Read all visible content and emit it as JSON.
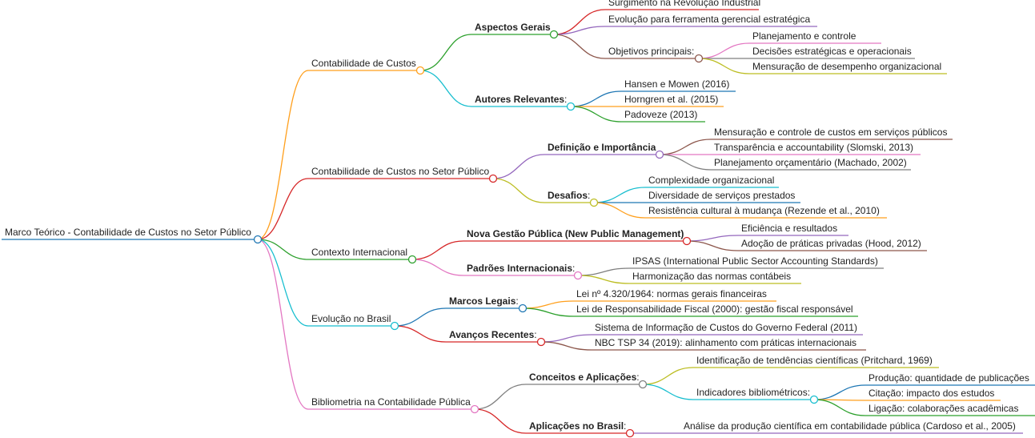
{
  "mindmap": {
    "root": {
      "label": "Marco Teórico - Contabilidade de Custos no Setor Público",
      "color": "#1f77b4",
      "children": [
        {
          "label": "Contabilidade de Custos",
          "color": "#ff9f1c",
          "children": [
            {
              "label": "Aspectos Gerais",
              "bold": true,
              "color": "#2ca02c",
              "children": [
                {
                  "label": "Surgimento na Revolução Industrial",
                  "color": "#d62728"
                },
                {
                  "label": "Evolução para ferramenta gerencial estratégica",
                  "color": "#9467bd"
                },
                {
                  "label": "Objetivos principais:",
                  "color": "#8c564b",
                  "children": [
                    {
                      "label": "Planejamento e controle",
                      "color": "#e377c2"
                    },
                    {
                      "label": "Decisões estratégicas e operacionais",
                      "color": "#7f7f7f"
                    },
                    {
                      "label": "Mensuração de desempenho organizacional",
                      "color": "#bcbd22"
                    }
                  ]
                }
              ]
            },
            {
              "label": "Autores Relevantes",
              "bold": true,
              "suffix": ":",
              "color": "#17becf",
              "children": [
                {
                  "label": "Hansen e Mowen (2016)",
                  "color": "#1f77b4"
                },
                {
                  "label": "Horngren et al. (2015)",
                  "color": "#ff9f1c"
                },
                {
                  "label": "Padoveze (2013)",
                  "color": "#2ca02c"
                }
              ]
            }
          ]
        },
        {
          "label": "Contabilidade de Custos no Setor Público",
          "color": "#d62728",
          "children": [
            {
              "label": "Definição e Importância",
              "bold": true,
              "color": "#9467bd",
              "children": [
                {
                  "label": "Mensuração e controle de custos em serviços públicos",
                  "color": "#8c564b"
                },
                {
                  "label": "Transparência e accountability (Slomski, 2013)",
                  "color": "#e377c2"
                },
                {
                  "label": "Planejamento orçamentário (Machado, 2002)",
                  "color": "#7f7f7f"
                }
              ]
            },
            {
              "label": "Desafios",
              "bold": true,
              "suffix": ":",
              "color": "#bcbd22",
              "children": [
                {
                  "label": "Complexidade organizacional",
                  "color": "#17becf"
                },
                {
                  "label": "Diversidade de serviços prestados",
                  "color": "#1f77b4"
                },
                {
                  "label": "Resistência cultural à mudança (Rezende et al., 2010)",
                  "color": "#ff9f1c"
                }
              ]
            }
          ]
        },
        {
          "label": "Contexto Internacional",
          "color": "#2ca02c",
          "children": [
            {
              "label": "Nova Gestão Pública (New Public Management)",
              "bold": true,
              "color": "#d62728",
              "children": [
                {
                  "label": "Eficiência e resultados",
                  "color": "#9467bd"
                },
                {
                  "label": "Adoção de práticas privadas (Hood, 2012)",
                  "color": "#8c564b"
                }
              ]
            },
            {
              "label": "Padrões Internacionais",
              "bold": true,
              "suffix": ":",
              "color": "#e377c2",
              "children": [
                {
                  "label": "IPSAS (International Public Sector Accounting Standards)",
                  "color": "#7f7f7f"
                },
                {
                  "label": "Harmonização das normas contábeis",
                  "color": "#bcbd22"
                }
              ]
            }
          ]
        },
        {
          "label": "Evolução no Brasil",
          "color": "#17becf",
          "children": [
            {
              "label": "Marcos Legais",
              "bold": true,
              "suffix": ":",
              "color": "#1f77b4",
              "children": [
                {
                  "label": "Lei nº 4.320/1964: normas gerais financeiras",
                  "color": "#ff9f1c"
                },
                {
                  "label": "Lei de Responsabilidade Fiscal (2000): gestão fiscal responsável",
                  "color": "#2ca02c"
                }
              ]
            },
            {
              "label": "Avanços Recentes",
              "bold": true,
              "suffix": ":",
              "color": "#d62728",
              "children": [
                {
                  "label": "Sistema de Informação de Custos do Governo Federal (2011)",
                  "color": "#9467bd"
                },
                {
                  "label": "NBC TSP 34 (2019): alinhamento com práticas internacionais",
                  "color": "#8c564b"
                }
              ]
            }
          ]
        },
        {
          "label": "Bibliometria na Contabilidade Pública",
          "color": "#e377c2",
          "children": [
            {
              "label": "Conceitos e Aplicações",
              "bold": true,
              "suffix": ":",
              "color": "#7f7f7f",
              "children": [
                {
                  "label": "Identificação de tendências científicas (Pritchard, 1969)",
                  "color": "#bcbd22"
                },
                {
                  "label": "Indicadores bibliométricos:",
                  "color": "#17becf",
                  "children": [
                    {
                      "label": "Produção: quantidade de publicações",
                      "color": "#1f77b4"
                    },
                    {
                      "label": "Citação: impacto dos estudos",
                      "color": "#ff9f1c"
                    },
                    {
                      "label": "Ligação: colaborações acadêmicas",
                      "color": "#2ca02c"
                    }
                  ]
                }
              ]
            },
            {
              "label": "Aplicações no Brasil",
              "bold": true,
              "suffix": ":",
              "color": "#d62728",
              "children": [
                {
                  "label": "Análise da produção científica em contabilidade pública (Cardoso et al., 2005)",
                  "color": "#9467bd"
                }
              ]
            }
          ]
        }
      ]
    }
  }
}
